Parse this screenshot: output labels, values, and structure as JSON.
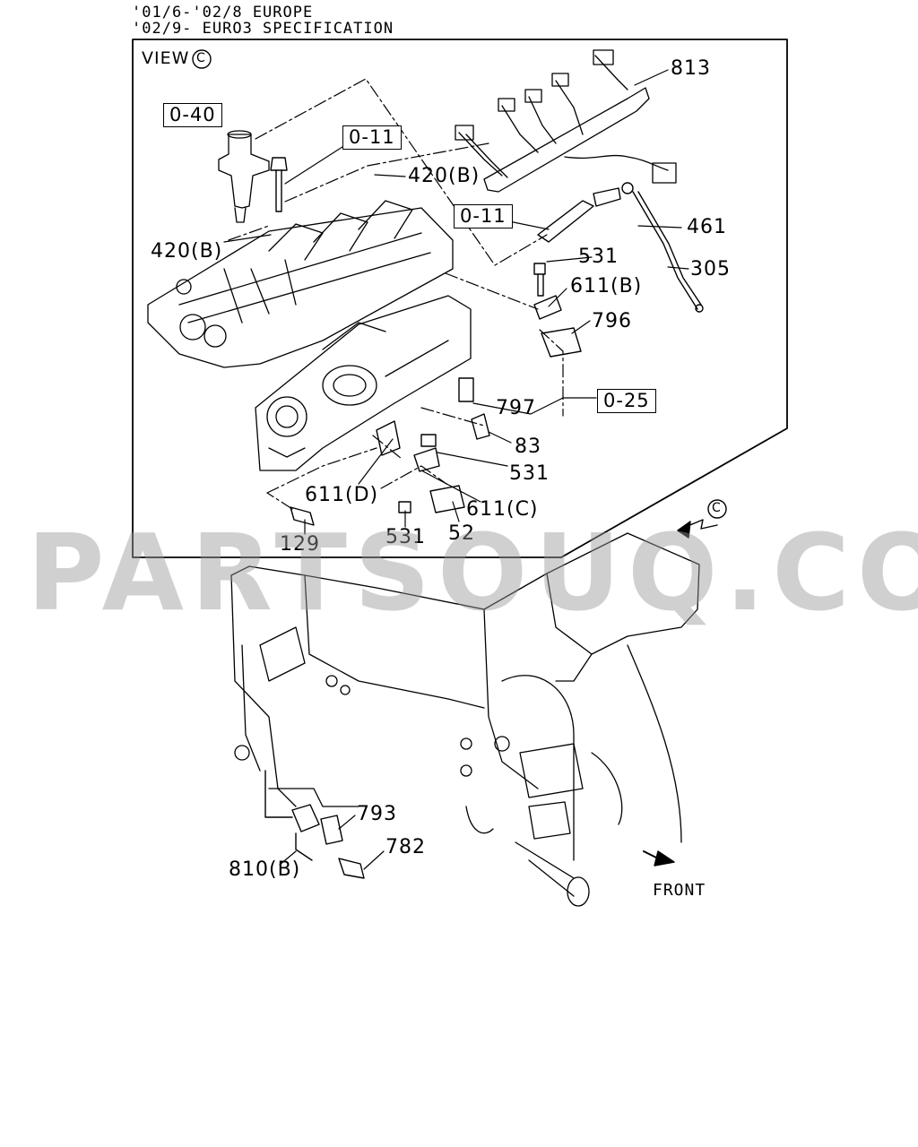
{
  "header": {
    "line1": "'01/6-'02/8 EUROPE",
    "line2": "'02/9- EURO3 SPECIFICATION"
  },
  "view_label": "VIEW",
  "view_marker": "C",
  "view_arrow_marker": "C",
  "front_label": "FRONT",
  "watermark": "PARTSOUQ.COM",
  "reference_boxes": {
    "r_0_40": "0-40",
    "r_0_11_top": "0-11",
    "r_0_11_mid": "0-11",
    "r_0_25": "0-25"
  },
  "part_labels": {
    "p813": "813",
    "p420b_right": "420(B)",
    "p420b_left": "420(B)",
    "p461": "461",
    "p305": "305",
    "p531_top": "531",
    "p611b": "611(B)",
    "p796": "796",
    "p797": "797",
    "p83": "83",
    "p531_mid": "531",
    "p611d": "611(D)",
    "p611c": "611(C)",
    "p129": "129",
    "p531_bot": "531",
    "p52": "52",
    "p793": "793",
    "p782": "782",
    "p810b": "810(B)"
  }
}
